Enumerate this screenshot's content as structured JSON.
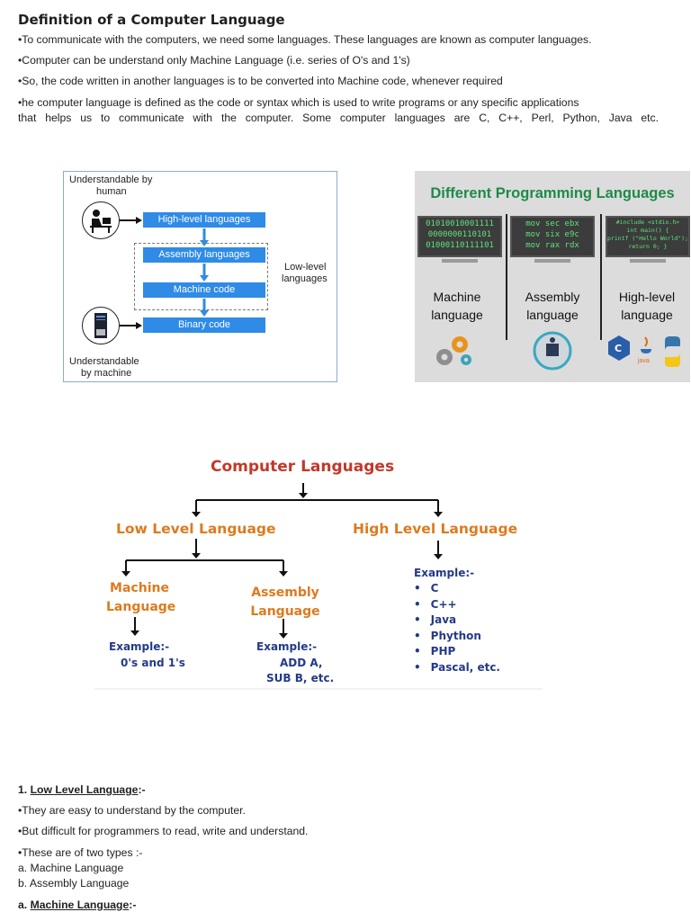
{
  "definition": {
    "title": "Definition of a Computer Language",
    "p1": "•To communicate with the computers, we need some languages. These languages are known as computer languages.",
    "p2": "•Computer can be understand only Machine Language (i.e. series of O's and 1's)",
    "p3": "•So, the code written in another languages is to be converted into Machine code, whenever required",
    "p4a": "•he computer language is defined as the code or syntax which is used to write programs or any specific applications",
    "p4b": "that helps us to communicate with the computer. Some computer languages are C, C++, Perl, Python, Java etc."
  },
  "diagram1": {
    "top_label": [
      "Understandable by",
      "human"
    ],
    "bottom_label": [
      "Understandable",
      "by machine"
    ],
    "boxes": [
      "High-level languages",
      "Assembly languages",
      "Machine code",
      "Binary code"
    ],
    "low_level": [
      "Low-level",
      "languages"
    ]
  },
  "diagram2": {
    "title": "Different Programming Languages",
    "screens": [
      [
        "01010010001111",
        "0000000110101",
        "01000110111101"
      ],
      [
        "mov sec ebx",
        "mov six e9c",
        "mov rax rdx"
      ],
      [
        "#include <stdio.h>",
        "int main() {",
        "printf (\"Hello World\");",
        "return 0; }"
      ]
    ],
    "labels": [
      [
        "Machine",
        "language"
      ],
      [
        "Assembly",
        "language"
      ],
      [
        "High-level",
        "language"
      ]
    ],
    "logo_text": "java"
  },
  "diagram3": {
    "title": "Computer Languages",
    "low": "Low Level Language",
    "high": "High Level Language",
    "machine": [
      "Machine",
      "Language"
    ],
    "assembly": [
      "Assembly",
      "Language"
    ],
    "example_label": "Example:-",
    "machine_example": "0's and 1's",
    "assembly_example": [
      "ADD A,",
      "SUB B, etc."
    ],
    "high_examples": [
      "C",
      "C++",
      "Java",
      "Phython",
      "PHP",
      "Pascal, etc."
    ]
  },
  "lowlevel": {
    "num": "1. ",
    "heading": "Low Level Language",
    "suffix": ":-",
    "l1": "•They are easy to understand by the computer.",
    "l2": "•But difficult for programmers to read, write and understand.",
    "l3": "•These are of two types :-",
    "l4": "a. Machine Language",
    "l5": "b. Assembly Language",
    "sub_num": "a. ",
    "sub_heading": "Machine Language",
    "sub_suffix": ":-"
  },
  "colors": {
    "orange": "#de7a1e",
    "navy": "#243a86",
    "red": "#c0392b",
    "blue_box": "#2f8be6",
    "green_title": "#1e8a49"
  }
}
